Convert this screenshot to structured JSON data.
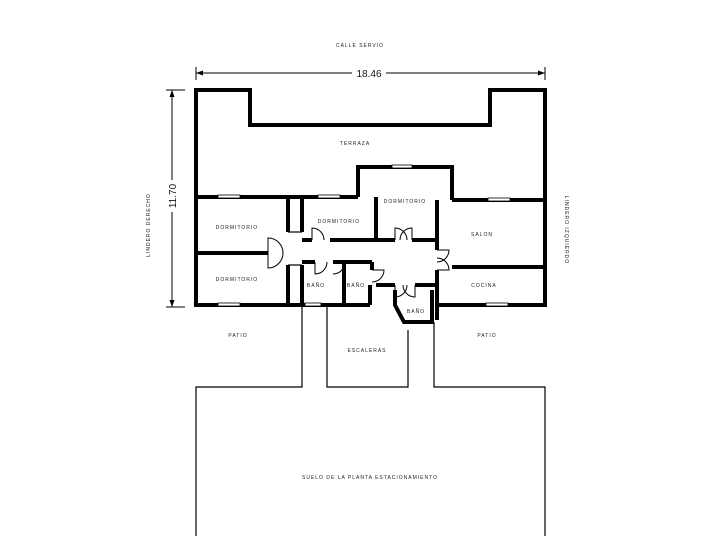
{
  "street_label": "CALLE SERVIO",
  "dimensions": {
    "width": "18.46",
    "height": "11.70"
  },
  "side_labels": {
    "left": "LINDERO DERECHO",
    "right": "LINDERO IZQUIERDO"
  },
  "rooms": {
    "terrace": "TERRAZA",
    "bedroom_top_left": "DORMITORIO",
    "bedroom_mid": "DORMITORIO",
    "bedroom_top_center": "DORMITORIO",
    "bedroom_bottom_left": "DORMITORIO",
    "living": "SALON",
    "kitchen": "COCINA",
    "bath_1": "BAÑO",
    "bath_2": "BAÑO",
    "bath_3": "BAÑO",
    "patio_left": "PATIO",
    "patio_right": "PATIO",
    "stairs": "ESCALERAS",
    "lower_lot": "SUELO DE LA PLANTA ESTACIONAMIENTO"
  }
}
